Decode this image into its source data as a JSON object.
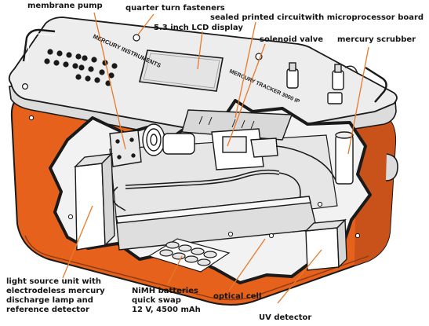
{
  "labels": {
    "membrane_pump": "membrane pump",
    "quarter_turn": "quarter turn fasteners",
    "sealed_board": "sealed printed circuitwith microprocessor board",
    "lcd": "5.3 inch LCD display",
    "solenoid": "solenoid valve",
    "scrubber": "mercury scrubber",
    "light_source": [
      "light source unit with",
      "electrodeless mercury",
      "discharge lamp and",
      "reference detector"
    ],
    "batteries": [
      "NiMH batteries",
      "quick swap",
      "12 V, 4500 mAh"
    ],
    "optical_cell": "optical cell",
    "uv_detector": "UV detector"
  },
  "panel_text": {
    "brand": "MERCURY INSTRUMENTS",
    "model": "MERCURY TRACKER 3000 IP"
  },
  "colors": {
    "case_orange": "#e5611c",
    "case_orange_dark": "#b9460f",
    "lid_grey": "#ededed",
    "line": "#1a1a1a",
    "leader": "#e87a2b",
    "interior": "#f2f2f2"
  }
}
